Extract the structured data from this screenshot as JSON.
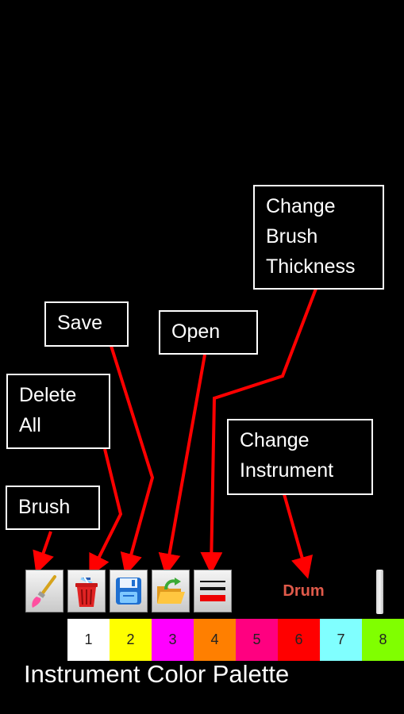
{
  "callouts": {
    "brush": "Brush",
    "delete_all": "Delete\nAll",
    "save": "Save",
    "open": "Open",
    "thickness": "Change\nBrush\nThickness",
    "instrument": "Change\nInstrument"
  },
  "toolbar": {
    "instrument_label": "Drum",
    "tools": [
      "brush-icon",
      "trash-icon",
      "floppy-disk-icon",
      "open-folder-icon",
      "brush-thickness-icon"
    ]
  },
  "palette": {
    "swatches": [
      {
        "label": "1",
        "color": "#ffffff"
      },
      {
        "label": "2",
        "color": "#ffff00"
      },
      {
        "label": "3",
        "color": "#ff00ff"
      },
      {
        "label": "4",
        "color": "#ff7f00"
      },
      {
        "label": "5",
        "color": "#ff0080"
      },
      {
        "label": "6",
        "color": "#ff0000"
      },
      {
        "label": "7",
        "color": "#80ffff"
      },
      {
        "label": "8",
        "color": "#80ff00"
      }
    ],
    "caption": "Instrument Color Palette"
  },
  "colors": {
    "arrow": "#ff0000",
    "instrument_text": "#e05a4a"
  }
}
